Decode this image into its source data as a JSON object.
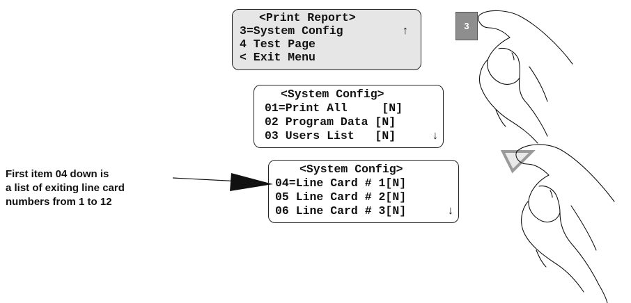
{
  "panel_print_report": {
    "lines": [
      "<Print Report>",
      "3=System Config",
      "4 Test Page",
      "< Exit Menu"
    ],
    "arrow": "↑"
  },
  "panel_system_config_1": {
    "lines": [
      "<System Config>",
      "01=Print All     [N]",
      "02 Program Data [N]",
      "03 Users List   [N]"
    ],
    "arrow": "↓"
  },
  "panel_system_config_2": {
    "lines": [
      "<System Config>",
      "04=Line Card # 1[N]",
      "05 Line Card # 2[N]",
      "06 Line Card # 3[N]"
    ],
    "arrow": "↓"
  },
  "note": {
    "lines": [
      "First item 04 down is",
      "a list of exiting line card",
      "numbers from 1 to 12"
    ]
  },
  "key_3": {
    "label": "3"
  },
  "icons": [
    "hand-pressing-key-3-icon",
    "hand-pressing-down-arrow-key-icon",
    "down-arrow-key-icon"
  ],
  "colors": {
    "panel_grey": "#e6e6e6",
    "key_grey": "#8e8e8e",
    "outline": "#222222"
  }
}
